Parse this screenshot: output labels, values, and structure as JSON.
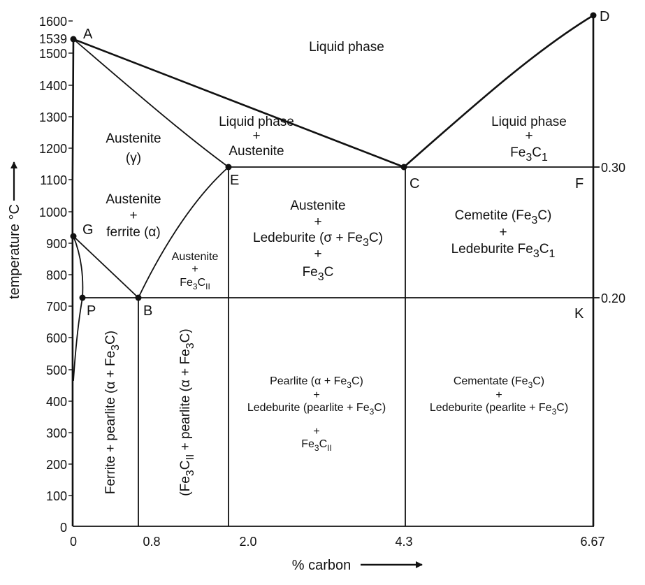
{
  "diagram": {
    "y_ticks": [
      "1600",
      "1539",
      "1500",
      "1400",
      "1300",
      "1200",
      "1100",
      "1000",
      "900",
      "800",
      "700",
      "600",
      "500",
      "400",
      "300",
      "200",
      "100",
      "0"
    ],
    "x_ticks": [
      "0",
      "0.8",
      "2.0",
      "4.3",
      "6.67"
    ],
    "y_axis_label": "temperature °C",
    "x_axis_label": "% carbon",
    "right_labels": {
      "upper": "0.30",
      "lower": "0.20"
    },
    "points": {
      "A": "A",
      "D": "D",
      "E": "E",
      "C": "C",
      "F": "F",
      "G": "G",
      "P": "P",
      "B": "B",
      "K": "K"
    },
    "regions": {
      "liquid": "Liquid phase",
      "liquid_austenite": {
        "line1": "Liquid phase",
        "plus": "+",
        "line2": "Austenite"
      },
      "liquid_fe3c": {
        "line1": "Liquid phase",
        "plus": "+",
        "line2": "Fe",
        "sub1": "3",
        "line2b": "C",
        "sub2": "1"
      },
      "austenite": {
        "line1": "Austenite",
        "line2": "(γ)"
      },
      "austenite_ferrite": {
        "line1": "Austenite",
        "plus": "+",
        "line2": "ferrite (α)"
      },
      "austenite_fe3c2": {
        "line1": "Austenite",
        "plus": "+",
        "line2": "Fe",
        "sub1": "3",
        "line2b": "C",
        "sub2": "II"
      },
      "austenite_ledeburite": {
        "line1": "Austenite",
        "plus1": "+",
        "line2": "Ledeburite (σ + Fe",
        "sub1": "3",
        "line2b": "C)",
        "plus2": "+",
        "line3": "Fe",
        "sub2": "3",
        "line3b": "C"
      },
      "cementite_ledeburite": {
        "line1": "Cemetite (Fe",
        "sub1": "3",
        "line1b": "C)",
        "plus": "+",
        "line2": "Ledeburite Fe",
        "sub2": "3",
        "line2b": "C",
        "sub3": "1"
      },
      "ferrite_pearlite": {
        "text": "Ferrite + pearlite (α + Fe",
        "sub": "3",
        "text2": "C)"
      },
      "fe3c_pearlite": {
        "text": "(Fe",
        "sub1": "3",
        "text2": "C",
        "sub2": "II",
        "text3": " + pearlite (α + Fe",
        "sub3": "3",
        "text4": "C)"
      },
      "pearlite_ledeburite": {
        "line1": "Pearlite (α + Fe",
        "sub1": "3",
        "line1b": "C)",
        "plus1": "+",
        "line2": "Ledeburite (pearlite + Fe",
        "sub2": "3",
        "line2b": "C)",
        "plus2": "+",
        "line3": "Fe",
        "sub3": "3",
        "line3b": "C",
        "sub4": "II"
      },
      "cementate_ledeburite": {
        "line1": "Cementate (Fe",
        "sub1": "3",
        "line1b": "C)",
        "plus": "+",
        "line2": "Ledeburite (pearlite + Fe",
        "sub2": "3",
        "line2b": "C)"
      }
    }
  }
}
